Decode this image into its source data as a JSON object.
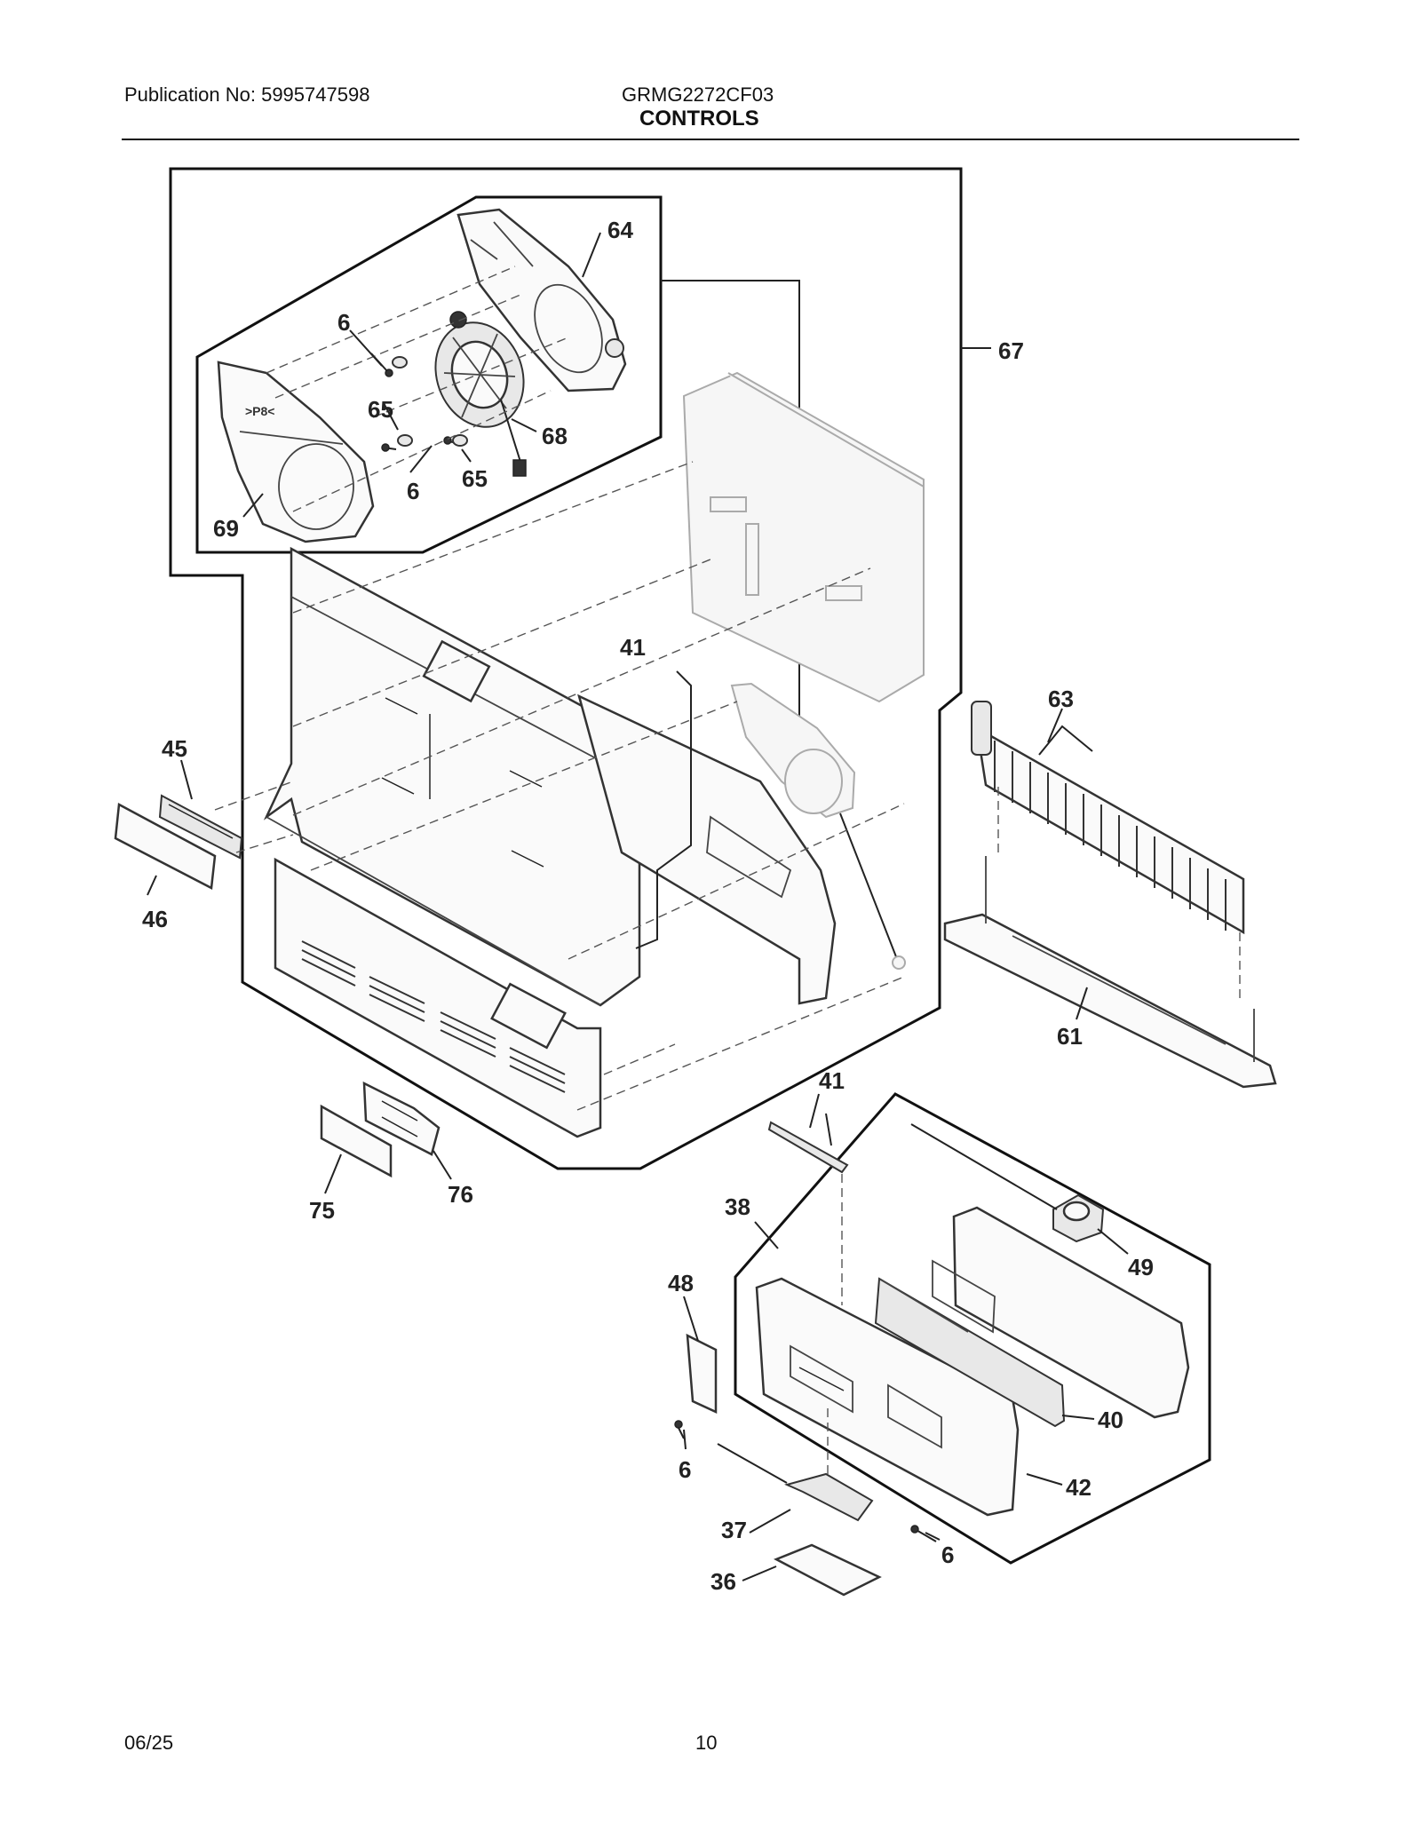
{
  "header": {
    "publication": "Publication No: 5995747598",
    "model": "GRMG2272CF03",
    "section": "CONTROLS"
  },
  "footer": {
    "date": "06/25",
    "page": "10"
  },
  "callouts": {
    "c64": "64",
    "c67": "67",
    "c6a": "6",
    "c65a": "65",
    "c68": "68",
    "c6b": "6",
    "c65b": "65",
    "c69": "69",
    "c41a": "41",
    "c63": "63",
    "c45": "45",
    "c46": "46",
    "c61": "61",
    "c41b": "41",
    "c76": "76",
    "c75": "75",
    "c38": "38",
    "c49": "49",
    "c48": "48",
    "c40": "40",
    "c6c": "6",
    "c42": "42",
    "c37": "37",
    "c6d": "6",
    "c36": "36"
  }
}
